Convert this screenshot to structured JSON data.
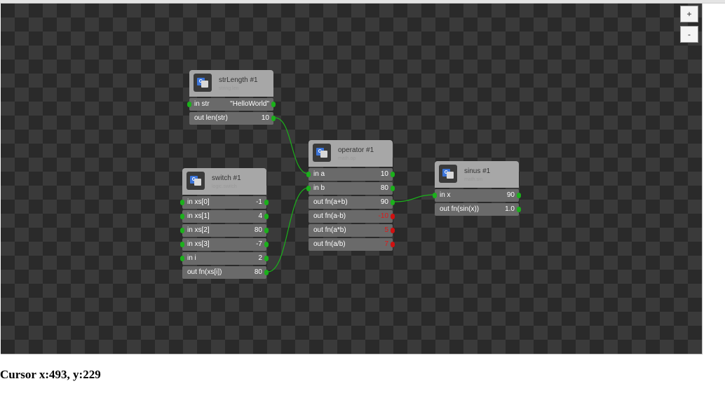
{
  "zoom": {
    "in_label": "+",
    "out_label": "-"
  },
  "nodes": {
    "strlength": {
      "title": "strLength #1",
      "subtitle": "string.len",
      "inputs": [
        {
          "label": "in str",
          "value": "\"HelloWorld\""
        }
      ],
      "outputs": [
        {
          "label": "out len(str)",
          "value": "10"
        }
      ]
    },
    "switch": {
      "title": "switch #1",
      "subtitle": "logic.switch",
      "inputs": [
        {
          "label": "in xs[0]",
          "value": "-1"
        },
        {
          "label": "in xs[1]",
          "value": "4"
        },
        {
          "label": "in xs[2]",
          "value": "80"
        },
        {
          "label": "in xs[3]",
          "value": "-7"
        },
        {
          "label": "in i",
          "value": "2"
        }
      ],
      "outputs": [
        {
          "label": "out fn(xs[i])",
          "value": "80"
        }
      ]
    },
    "operator": {
      "title": "operator #1",
      "subtitle": "math.op",
      "inputs": [
        {
          "label": "in a",
          "value": "10"
        },
        {
          "label": "in b",
          "value": "80"
        }
      ],
      "outputs": [
        {
          "label": "out fn(a+b)",
          "value": "90"
        },
        {
          "label": "out fn(a-b)",
          "value": "-10"
        },
        {
          "label": "out fn(a*b)",
          "value": "5"
        },
        {
          "label": "out fn(a/b)",
          "value": "7"
        }
      ]
    },
    "sinus": {
      "title": "sinus #1",
      "subtitle": "math.sin",
      "inputs": [
        {
          "label": "in x",
          "value": "90"
        }
      ],
      "outputs": [
        {
          "label": "out fn(sin(x))",
          "value": "1.0"
        }
      ]
    }
  },
  "cursor_readout": "Cursor x:493, y:229",
  "colors": {
    "wire": "#1bb01b",
    "dot_active": "#1bb01b",
    "dot_inactive": "#d01010",
    "negative_value": "#e01818"
  }
}
